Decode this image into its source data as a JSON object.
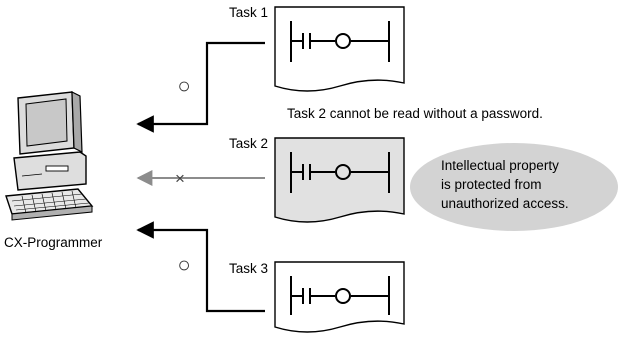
{
  "tasks": [
    {
      "label": "Task 1"
    },
    {
      "label": "Task 2"
    },
    {
      "label": "Task 3"
    }
  ],
  "computer_label": "CX-Programmer",
  "password_note": "Task 2 cannot be read without a password.",
  "callout_lines": [
    "Intellectual property",
    "is protected from",
    "unauthorized access."
  ],
  "marks": {
    "allowed": "○",
    "denied": "×"
  },
  "colors": {
    "line": "#000000",
    "blocked_line": "#8c8c8c",
    "protected_fill": "#e1e1e1",
    "callout_fill": "#d3d3d3"
  }
}
